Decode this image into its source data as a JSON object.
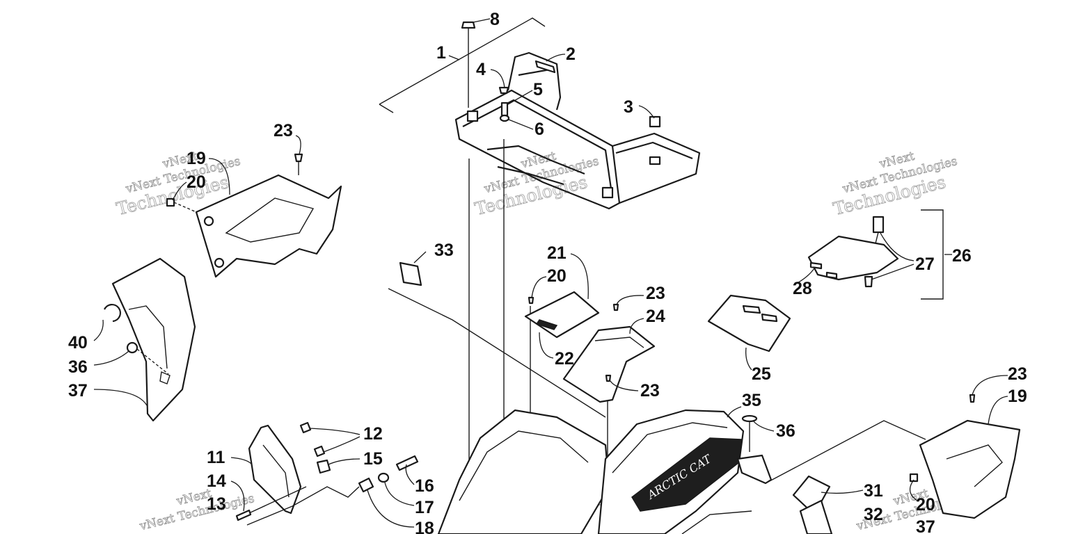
{
  "callouts": [
    {
      "id": "c1",
      "text": "1"
    },
    {
      "id": "c2",
      "text": "2"
    },
    {
      "id": "c3",
      "text": "3"
    },
    {
      "id": "c4",
      "text": "4"
    },
    {
      "id": "c5",
      "text": "5"
    },
    {
      "id": "c6",
      "text": "6"
    },
    {
      "id": "c8",
      "text": "8"
    },
    {
      "id": "c11",
      "text": "11"
    },
    {
      "id": "c12",
      "text": "12"
    },
    {
      "id": "c13",
      "text": "13"
    },
    {
      "id": "c14",
      "text": "14"
    },
    {
      "id": "c15",
      "text": "15"
    },
    {
      "id": "c16",
      "text": "16"
    },
    {
      "id": "c17",
      "text": "17"
    },
    {
      "id": "c18",
      "text": "18"
    },
    {
      "id": "c19a",
      "text": "19"
    },
    {
      "id": "c19b",
      "text": "19"
    },
    {
      "id": "c20a",
      "text": "20"
    },
    {
      "id": "c20b",
      "text": "20"
    },
    {
      "id": "c20c",
      "text": "20"
    },
    {
      "id": "c21",
      "text": "21"
    },
    {
      "id": "c22",
      "text": "22"
    },
    {
      "id": "c23a",
      "text": "23"
    },
    {
      "id": "c23b",
      "text": "23"
    },
    {
      "id": "c23c",
      "text": "23"
    },
    {
      "id": "c23d",
      "text": "23"
    },
    {
      "id": "c24",
      "text": "24"
    },
    {
      "id": "c25",
      "text": "25"
    },
    {
      "id": "c26",
      "text": "26"
    },
    {
      "id": "c27",
      "text": "27"
    },
    {
      "id": "c28",
      "text": "28"
    },
    {
      "id": "c31",
      "text": "31"
    },
    {
      "id": "c32",
      "text": "32"
    },
    {
      "id": "c33",
      "text": "33"
    },
    {
      "id": "c35",
      "text": "35"
    },
    {
      "id": "c36a",
      "text": "36"
    },
    {
      "id": "c36b",
      "text": "36"
    },
    {
      "id": "c37a",
      "text": "37"
    },
    {
      "id": "c37b",
      "text": "37"
    },
    {
      "id": "c40",
      "text": "40"
    }
  ],
  "watermark": {
    "line1": "vNext",
    "line2": "vNext Technologies",
    "line3": "Technologies"
  },
  "decal": {
    "text": "ARCTIC CAT"
  },
  "colors": {
    "ink": "#1a1a1a",
    "watermark": "#9a9a9a",
    "background": "#ffffff"
  }
}
